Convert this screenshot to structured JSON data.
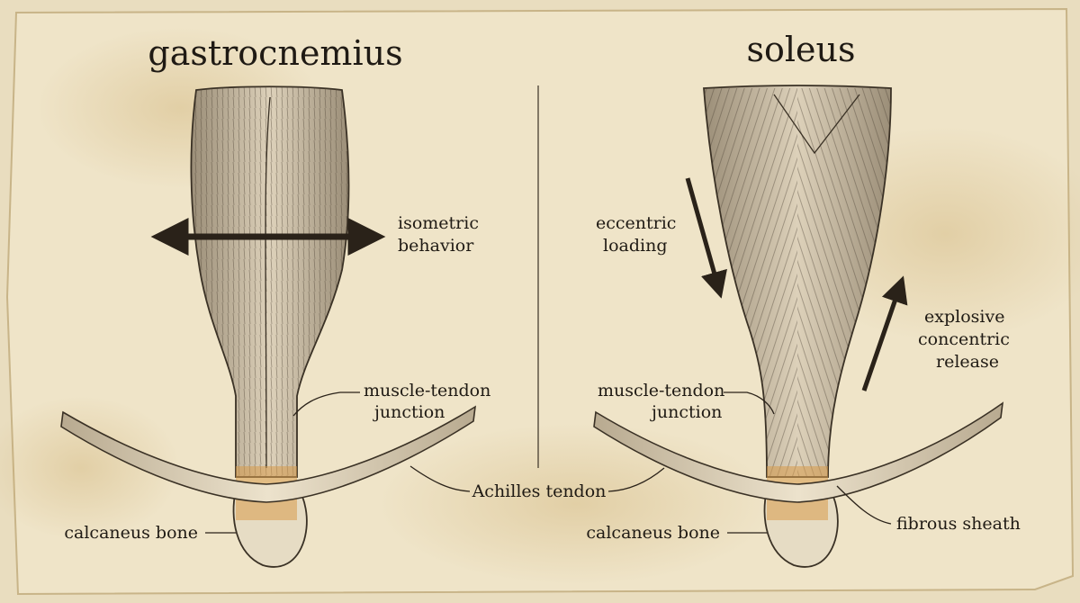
{
  "panels": {
    "left": {
      "title": "gastrocnemius",
      "arrow_label_line1": "isometric",
      "arrow_label_line2": "behavior",
      "junction_line1": "muscle-tendon",
      "junction_line2": "junction",
      "bone_label": "calcaneus bone"
    },
    "right": {
      "title": "soleus",
      "eccentric_line1": "eccentric",
      "eccentric_line2": "loading",
      "explosive_line1": "explosive",
      "explosive_line2": "concentric",
      "explosive_line3": "release",
      "junction_line1": "muscle-tendon",
      "junction_line2": "junction",
      "bone_label": "calcaneus bone",
      "sheath_label": "fibrous sheath"
    }
  },
  "shared": {
    "tendon_label": "Achilles tendon"
  },
  "colors": {
    "paper": "#efe4c8",
    "muscle": "#cdbfa6",
    "ink": "#1f1a14",
    "tendon_highlight": "#d79a4a"
  }
}
